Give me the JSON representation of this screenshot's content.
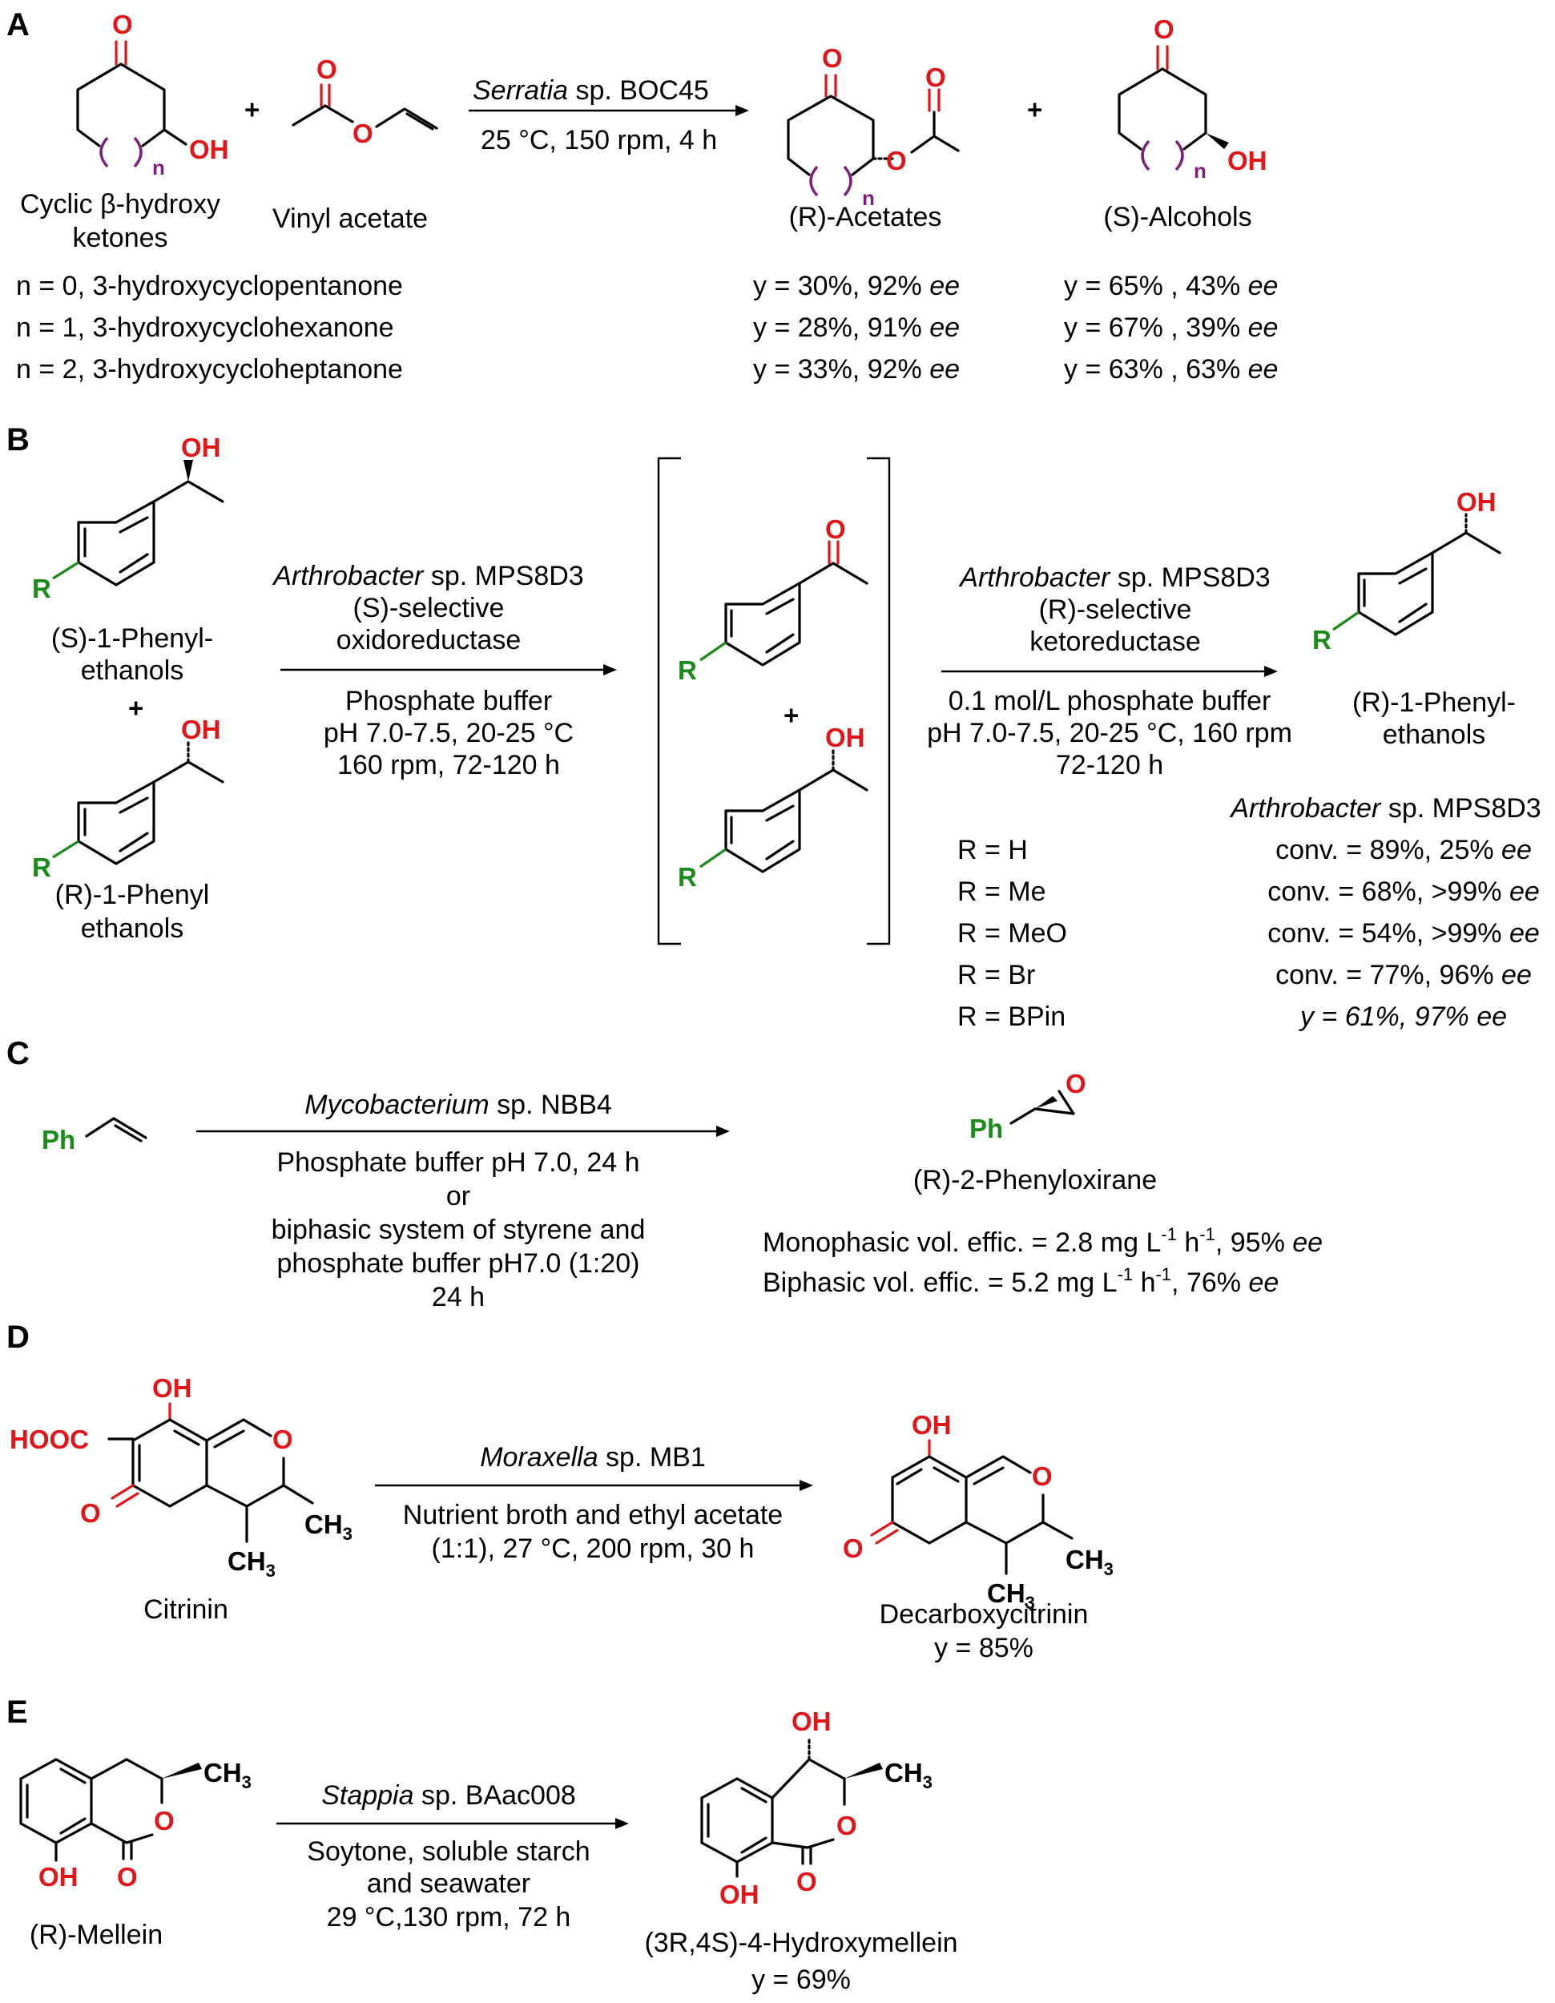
{
  "panels": {
    "A": {
      "label": "A",
      "substrate_label": [
        "Cyclic β-hydroxy",
        "ketones"
      ],
      "reagent_label": "Vinyl acetate",
      "plus": "+",
      "catalyst": {
        "genus": "Serratia",
        "strain": " sp. BOC45"
      },
      "conditions": "25 °C, 150 rpm, 4 h",
      "product1_label": "(R)-Acetates",
      "product2_label": "(S)-Alcohols",
      "atoms": {
        "O": "O",
        "OH": "OH",
        "n": "n"
      },
      "rows": [
        {
          "substrate": "n = 0, 3-hydroxycyclopentanone",
          "acetate": "y = 30%, 92%",
          "alcohol": "y = 65% , 43%"
        },
        {
          "substrate": "n = 1, 3-hydroxycyclohexanone",
          "acetate": "y = 28%, 91%",
          "alcohol": "y = 67% , 39%"
        },
        {
          "substrate": "n = 2, 3-hydroxycycloheptanone",
          "acetate": "y = 33%, 92%",
          "alcohol": "y = 63% , 63%"
        }
      ],
      "ee": "ee"
    },
    "B": {
      "label": "B",
      "substrate1_label": [
        "(S)-1-Phenyl-",
        "ethanols"
      ],
      "substrate2_label": [
        "(R)-1-Phenyl",
        "ethanols"
      ],
      "plus": "+",
      "step1": {
        "genus": "Arthrobacter",
        "strain": " sp. MPS8D3",
        "enzyme": [
          "(S)-selective",
          "oxidoreductase"
        ],
        "conditions": [
          "Phosphate buffer",
          "pH 7.0-7.5, 20-25 °C",
          "160 rpm, 72-120 h"
        ]
      },
      "step2": {
        "genus": "Arthrobacter",
        "strain": " sp. MPS8D3",
        "enzyme": [
          "(R)-selective",
          "ketoreductase"
        ],
        "conditions": [
          "0.1 mol/L phosphate buffer",
          "pH 7.0-7.5, 20-25 °C, 160 rpm",
          "72-120 h"
        ]
      },
      "product_label": [
        "(R)-1-Phenyl-",
        "ethanols"
      ],
      "atoms": {
        "R": "R",
        "OH": "OH",
        "O": "O"
      },
      "table_header": {
        "genus": "Arthrobacter",
        "strain": " sp. MPS8D3"
      },
      "rows": [
        {
          "r": "R = H",
          "result": "conv. = 89%, 25%"
        },
        {
          "r": "R = Me",
          "result": "conv. = 68%, >99%"
        },
        {
          "r": "R = MeO",
          "result": "conv. = 54%, >99%"
        },
        {
          "r": "R = Br",
          "result": "conv. = 77%, 96%"
        },
        {
          "r": "R = BPin",
          "result": "y = 61%, 97%"
        }
      ],
      "ee": "ee"
    },
    "C": {
      "label": "C",
      "substrate_atom": "Ph",
      "catalyst": {
        "genus": "Mycobacterium",
        "strain": " sp. NBB4"
      },
      "conditions": [
        "Phosphate buffer pH 7.0, 24 h",
        "or",
        "biphasic system of styrene and",
        "phosphate buffer pH7.0 (1:20)",
        "24 h"
      ],
      "product_label": "(R)-2-Phenyloxirane",
      "atoms": {
        "Ph": "Ph",
        "O": "O"
      },
      "results": [
        {
          "prefix": "Monophasic vol. effic. = 2.8 mg L",
          "ee_value": ", 95%"
        },
        {
          "prefix": "Biphasic vol. effic. =  5.2 mg L",
          "ee_value": ", 76%"
        }
      ],
      "units": {
        "exp": "-1",
        "h": " h"
      },
      "ee": "ee"
    },
    "D": {
      "label": "D",
      "substrate_label": "Citrinin",
      "catalyst": {
        "genus": "Moraxella",
        "strain": " sp. MB1"
      },
      "conditions": [
        "Nutrient broth and ethyl acetate",
        "(1:1), 27 °C, 200 rpm, 30 h"
      ],
      "product_label": "Decarboxycitrinin",
      "yield": "y = 85%",
      "atoms": {
        "OH": "OH",
        "HOOC": "HOOC",
        "O": "O",
        "CH": "CH",
        "sub3": "3"
      }
    },
    "E": {
      "label": "E",
      "substrate_label": "(R)-Mellein",
      "catalyst": {
        "genus": "Stappia",
        "strain": " sp. BAac008"
      },
      "conditions": [
        "Soytone, soluble starch",
        "and seawater",
        "29 °C,130 rpm, 72 h"
      ],
      "product_label": "(3R,4S)-4-Hydroxymellein",
      "yield": "y = 69%",
      "atoms": {
        "OH": "OH",
        "O": "O",
        "CH": "CH",
        "sub3": "3"
      }
    }
  }
}
